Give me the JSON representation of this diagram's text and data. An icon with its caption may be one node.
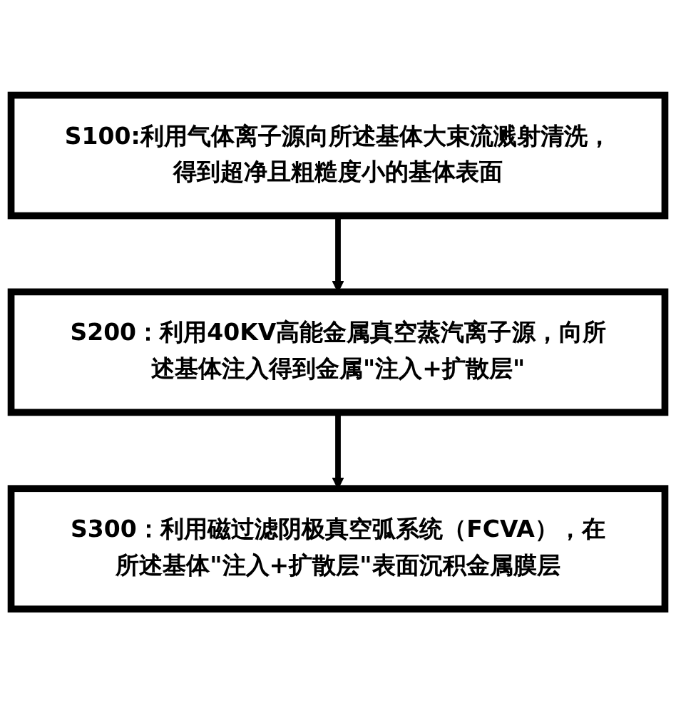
{
  "diagram": {
    "nodes": [
      {
        "text": [
          "S100:利用气体离子源向所述基体大束流溅射清洗，得到超净且粗糙度小的基体表面"
        ]
      },
      {
        "text": [
          "S200：利用40KV高能金属真空蒸汽离子源，向所述基体注入得到金属\"注入+扩散层\""
        ]
      },
      {
        "text": [
          "S300：利用磁过滤阴极真空弧系统（FCVA），在所述基体\"注入+扩散层\"表面沉积金属膜层"
        ]
      }
    ],
    "edges": [
      {
        "from": 0,
        "to": 1,
        "arrow": "to"
      },
      {
        "from": 1,
        "to": 2,
        "arrow": "to"
      }
    ]
  }
}
